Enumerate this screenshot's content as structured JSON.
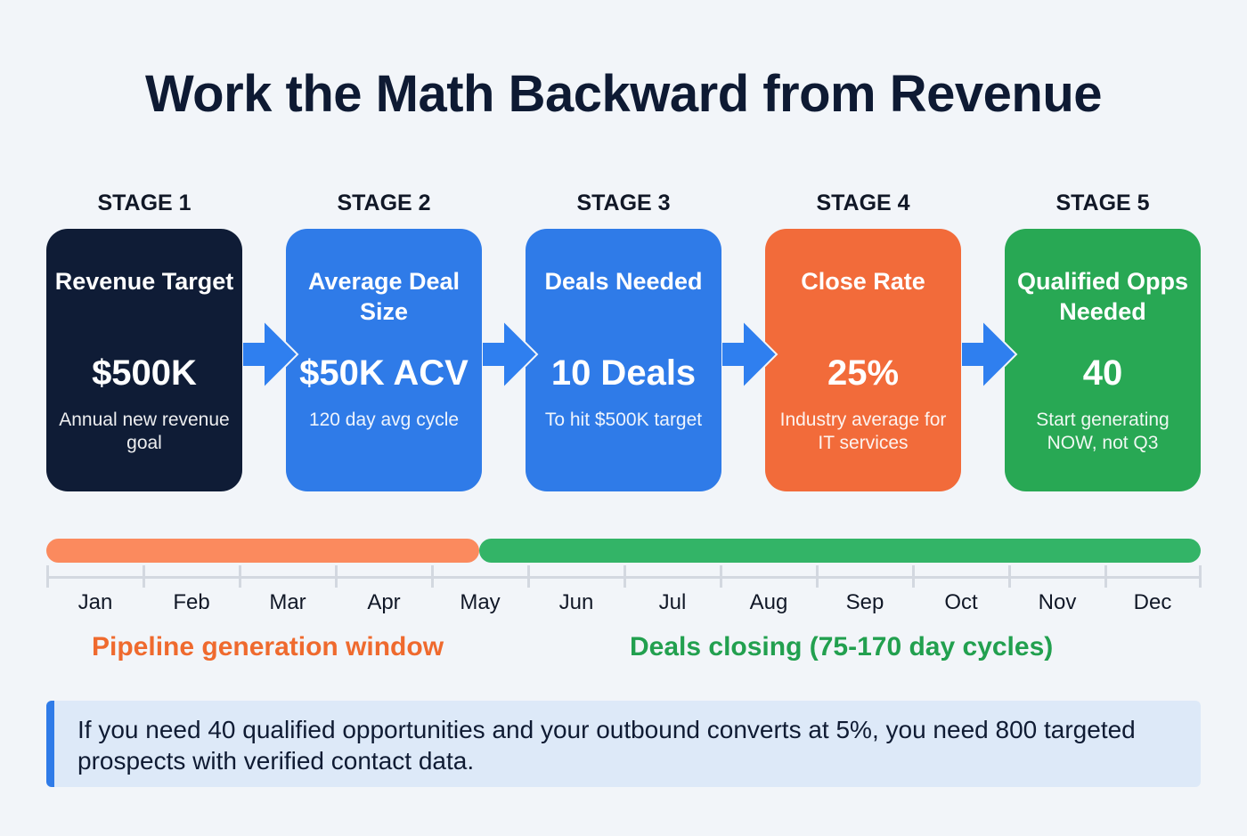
{
  "title": "Work the Math Backward from Revenue",
  "colors": {
    "navy": "#0e1a33",
    "blue": "#2f7be8",
    "orange": "#f26b3a",
    "green": "#28a854",
    "arrow": "#2f7fef",
    "timeline_orange": "#fb8a5e",
    "timeline_green": "#33b467",
    "callout_bg": "#dde9f8"
  },
  "stages": [
    {
      "label": "STAGE 1",
      "heading": "Revenue Target",
      "value": "$500K",
      "sub": "Annual new revenue goal",
      "color": "#0f1c36"
    },
    {
      "label": "STAGE 2",
      "heading": "Average Deal Size",
      "value": "$50K ACV",
      "sub": "120 day avg cycle",
      "color": "#2f7be8"
    },
    {
      "label": "STAGE 3",
      "heading": "Deals Needed",
      "value": "10 Deals",
      "sub": "To hit $500K target",
      "color": "#2f7be8"
    },
    {
      "label": "STAGE 4",
      "heading": "Close Rate",
      "value": "25%",
      "sub": "Industry average for IT services",
      "color": "#f26b3a"
    },
    {
      "label": "STAGE 5",
      "heading": "Qualified Opps Needed",
      "value": "40",
      "sub": "Start generating NOW, not Q3",
      "color": "#28a854"
    }
  ],
  "timeline": {
    "months": [
      "Jan",
      "Feb",
      "Mar",
      "Apr",
      "May",
      "Jun",
      "Jul",
      "Aug",
      "Sep",
      "Oct",
      "Nov",
      "Dec"
    ],
    "pipeline_label": "Pipeline generation window",
    "closing_label": "Deals closing (75-170 day cycles)"
  },
  "callout": "If you need 40 qualified opportunities and your outbound converts at 5%, you need 800 targeted prospects with verified contact data."
}
